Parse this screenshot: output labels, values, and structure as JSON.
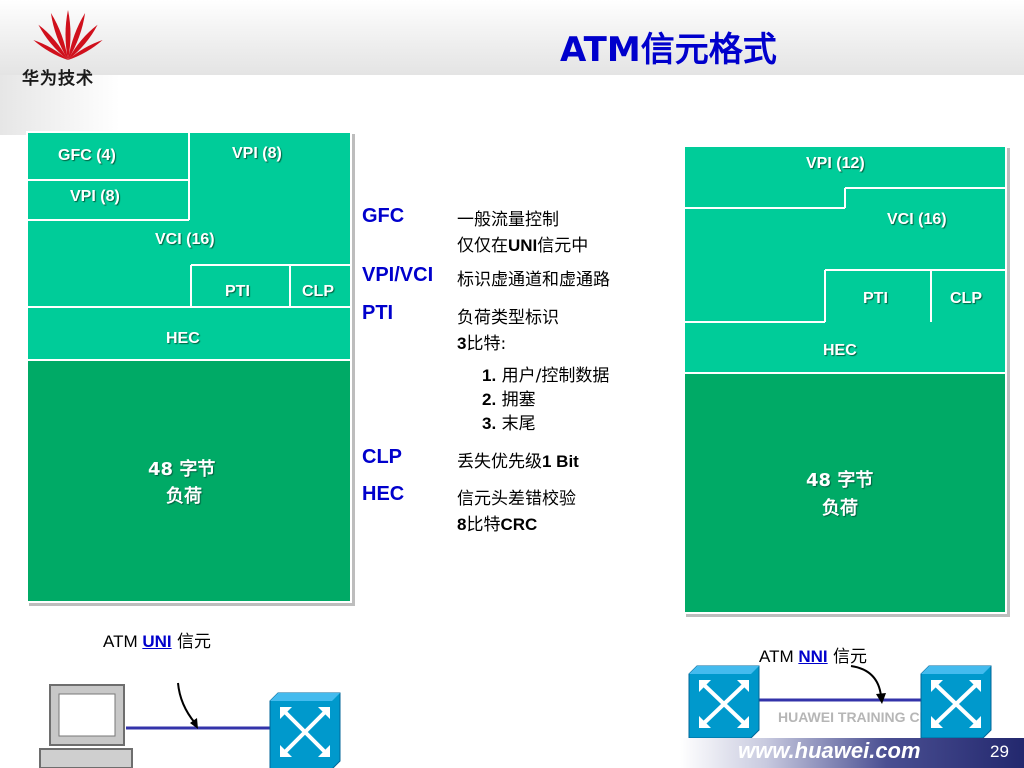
{
  "header": {
    "title": "ATM信元格式",
    "logo_text": "华为技术"
  },
  "uni_cell": {
    "gfc": "GFC (4)",
    "vpi_top": "VPI (8)",
    "vpi_second": "VPI (8)",
    "vci": "VCI (16)",
    "pti": "PTI",
    "clp": "CLP",
    "hec": "HEC",
    "payload_line1": "48 字节",
    "payload_line2": "负荷"
  },
  "nni_cell": {
    "vpi": "VPI (12)",
    "vci": "VCI (16)",
    "pti": "PTI",
    "clp": "CLP",
    "hec": "HEC",
    "payload_line1": "48 字节",
    "payload_line2": "负荷"
  },
  "definitions": {
    "gfc_term": "GFC",
    "gfc_line1": "一般流量控制",
    "gfc_line2_pre": "仅仅在",
    "gfc_line2_bold": "UNI",
    "gfc_line2_post": "信元中",
    "vpivci_term": "VPI/VCI",
    "vpivci_line1": "标识虚通道和虚通路",
    "pti_term": "PTI",
    "pti_line1": "负荷类型标识",
    "pti_line2_bold": "3",
    "pti_line2_post": "比特:",
    "pti_item1_num": "1.",
    "pti_item1_text": "用户/控制数据",
    "pti_item2_num": "2.",
    "pti_item2_text": "拥塞",
    "pti_item3_num": "3.",
    "pti_item3_text": "末尾",
    "clp_term": "CLP",
    "clp_line1_pre": "丢失优先级",
    "clp_line1_bold": "1 Bit",
    "hec_term": "HEC",
    "hec_line1": "信元头差错校验",
    "hec_line2_bold1": "8",
    "hec_line2_mid": "比特",
    "hec_line2_bold2": "CRC"
  },
  "captions": {
    "uni_pre": "ATM ",
    "uni_hl": "UNI",
    "uni_post": " 信元",
    "nni_pre": "ATM ",
    "nni_hl": "NNI",
    "nni_post": " 信元"
  },
  "footer": {
    "training": "HUAWEI TRAINING CENTRE",
    "website": "www.huawei.com",
    "page_number": "29"
  },
  "colors": {
    "title": "#0000cc",
    "header_cell": "#00cc99",
    "payload_cell": "#00aa66",
    "switch": "#0099cc"
  }
}
